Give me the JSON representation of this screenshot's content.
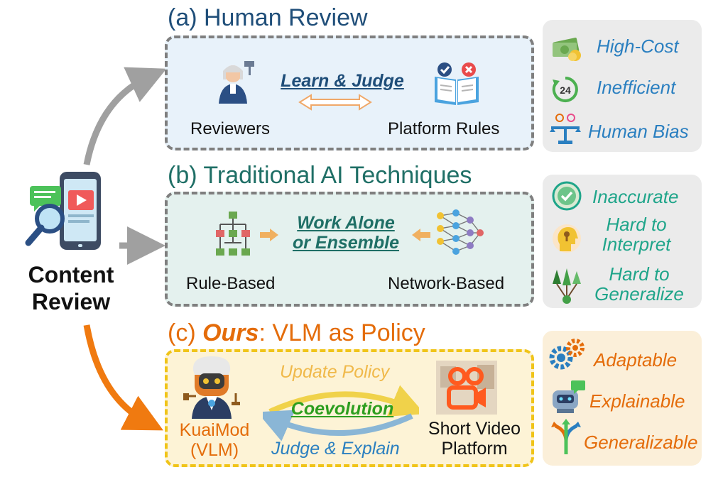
{
  "center_label": {
    "line1": "Content",
    "line2": "Review"
  },
  "section_a": {
    "title": "(a) Human Review",
    "reviewers": "Reviewers",
    "rules": "Platform Rules",
    "link": "Learn & Judge",
    "cons": [
      "High-Cost",
      "Inefficient",
      "Human Bias"
    ],
    "clock_text": "24"
  },
  "section_b": {
    "title": "(b) Traditional AI Techniques",
    "rule_based": "Rule-Based",
    "network_based": "Network-Based",
    "link_line1": "Work Alone",
    "link_line2": "or Ensemble",
    "cons": [
      {
        "line1": "Inaccurate",
        "line2": ""
      },
      {
        "line1": "Hard to",
        "line2": "Interpret"
      },
      {
        "line1": "Hard to",
        "line2": "Generalize"
      }
    ]
  },
  "section_c": {
    "title_prefix": "(c) ",
    "title_ours": "Ours",
    "title_suffix": ": VLM as Policy",
    "model_line1": "KuaiMod",
    "model_line2": "(VLM)",
    "platform_line1": "Short Video",
    "platform_line2": "Platform",
    "update": "Update Policy",
    "coevolution": "Coevolution",
    "judge": "Judge & Explain",
    "pros": [
      "Adaptable",
      "Explainable",
      "Generalizable"
    ]
  },
  "colors": {
    "blue_title": "#1f4e79",
    "teal_title": "#1f6f66",
    "orange": "#e46c0a",
    "blue_con": "#2a7fc0",
    "teal_con": "#1fa58a",
    "green_link": "#2e9e1f"
  },
  "icons": [
    "phone-review-icon",
    "judge-icon",
    "rulebook-icon",
    "money-icon",
    "clock-24-icon",
    "gender-scale-icon",
    "flowchart-icon",
    "neural-network-icon",
    "check-badge-icon",
    "head-keyhole-icon",
    "trees-icon",
    "robot-judge-icon",
    "video-camera-icon",
    "gears-icon",
    "robot-chat-icon",
    "arrows-split-icon"
  ]
}
